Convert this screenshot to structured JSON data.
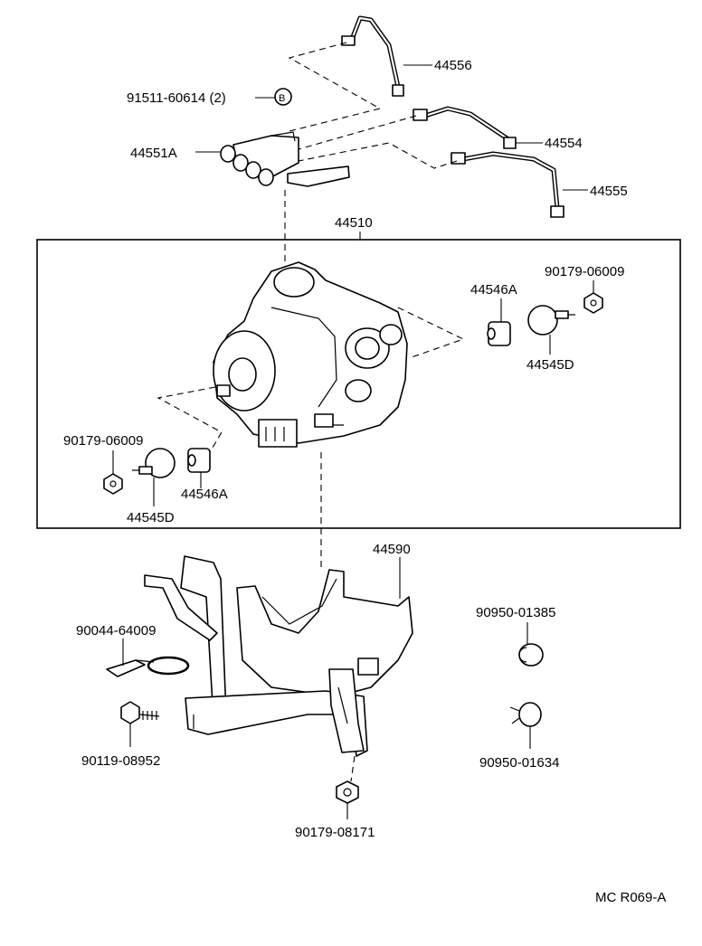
{
  "labels": {
    "p44556": "44556",
    "p91511": "91511-60614 (2)",
    "p44554": "44554",
    "p44551A": "44551A",
    "p44555": "44555",
    "p44510": "44510",
    "p44546A_r": "44546A",
    "p90179_06009_r": "90179-06009",
    "p44545D_r": "44545D",
    "p90179_06009_l": "90179-06009",
    "p44546A_l": "44546A",
    "p44545D_l": "44545D",
    "p44590": "44590",
    "p90044": "90044-64009",
    "p90950_01385": "90950-01385",
    "p90119": "90119-08952",
    "p90950_01634": "90950-01634",
    "p90179_08171": "90179-08171",
    "diagram_code": "MC R069-A",
    "washer_mark": "B"
  }
}
